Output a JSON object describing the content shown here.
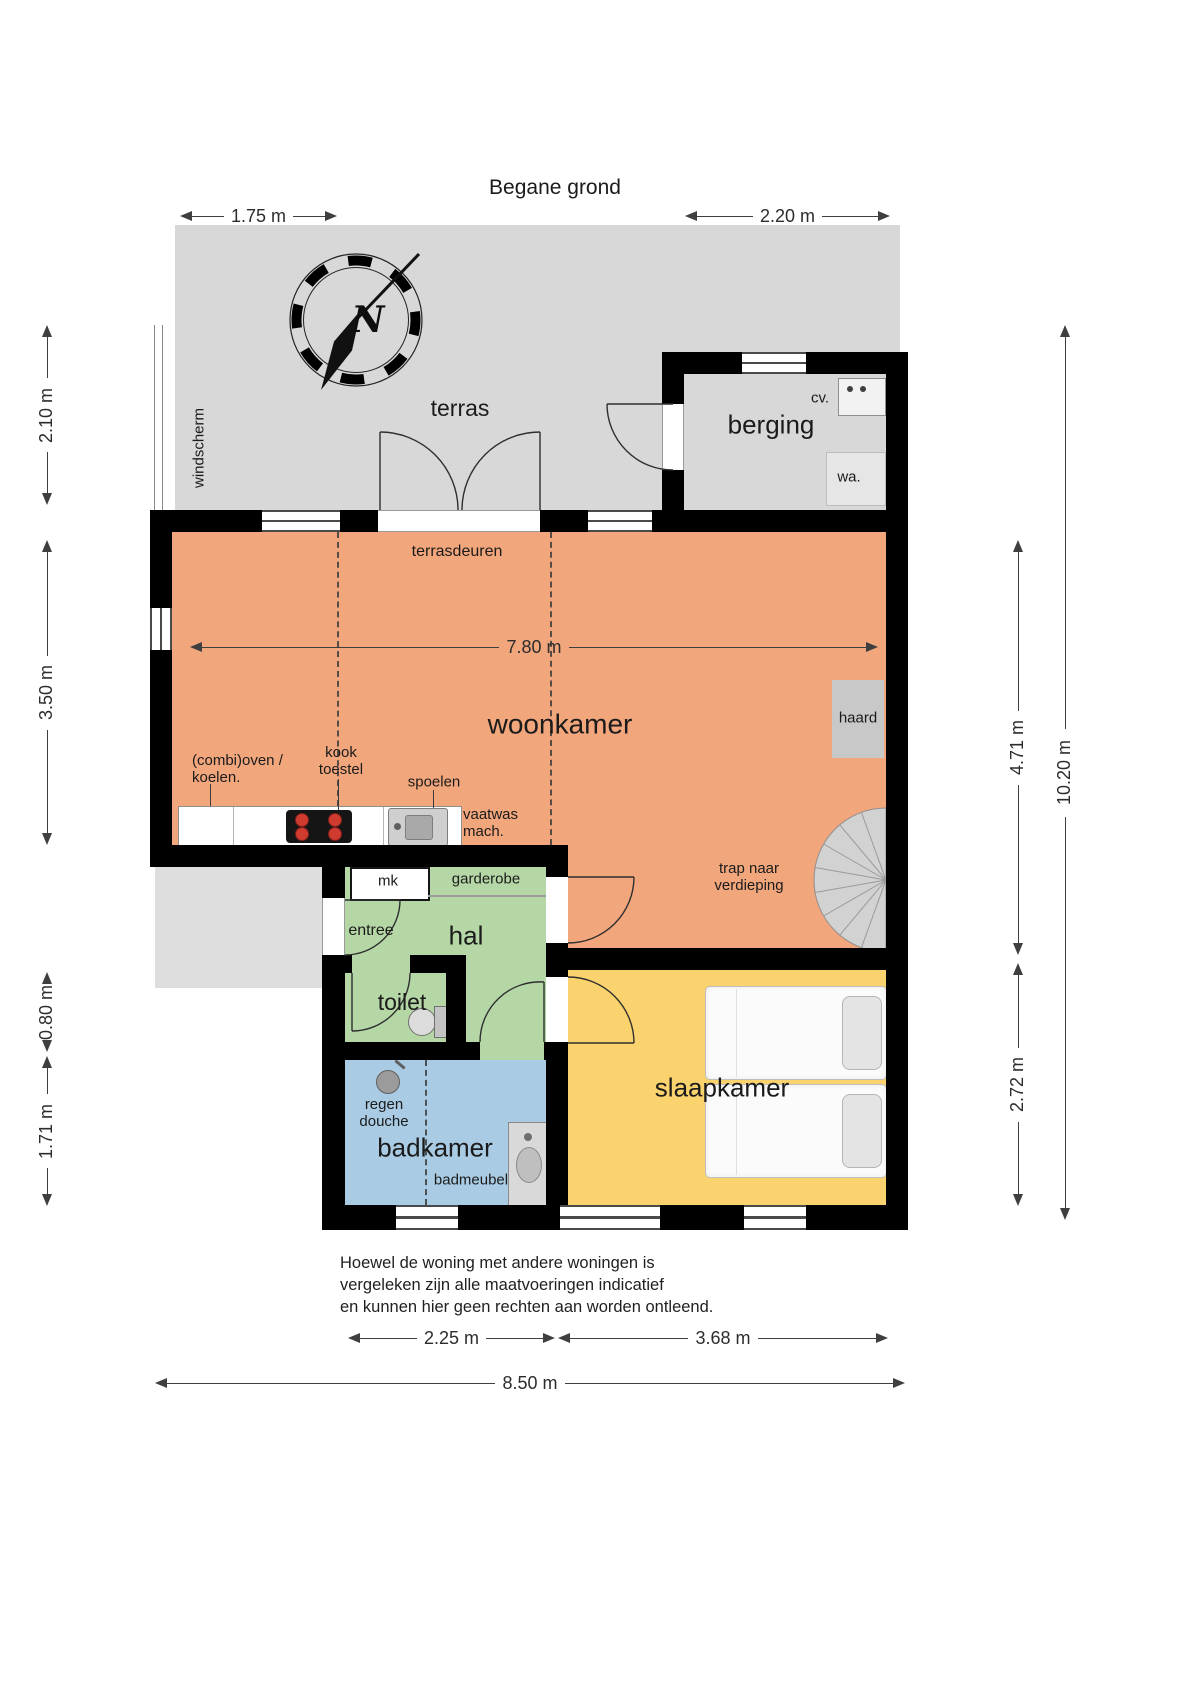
{
  "title": "Begane grond",
  "rooms": {
    "terras": "terras",
    "berging": "berging",
    "woonkamer": "woonkamer",
    "hal": "hal",
    "toilet": "toilet",
    "badkamer": "badkamer",
    "slaapkamer": "slaapkamer"
  },
  "labels": {
    "windscherm": "windscherm",
    "terrasdeuren": "terrasdeuren",
    "cv": "cv.",
    "wa": "wa.",
    "haard": "haard",
    "oven": "(combi)oven /\nkoelen.",
    "kooktoestel": "kook\ntoestel",
    "spoelen": "spoelen",
    "vaatwas": "vaatwas\nmach.",
    "mk": "mk",
    "garderobe": "garderobe",
    "entree": "entree",
    "trap": "trap naar\nverdieping",
    "regen_douche": "regen\ndouche",
    "badmeubel": "badmeubel",
    "compass_n": "N"
  },
  "dimensions": {
    "top_left": "1.75 m",
    "top_right": "2.20 m",
    "woonkamer_width": "7.80 m",
    "left_terras": "2.10 m",
    "left_woonkamer": "3.50 m",
    "left_toilet": "0.80 m",
    "left_badkamer": "1.71 m",
    "right_woonkamer": "4.71 m",
    "right_slaapkamer": "2.72 m",
    "right_total": "10.20 m",
    "bottom_badkamer": "2.25 m",
    "bottom_slaapkamer": "3.68 m",
    "bottom_total": "8.50 m"
  },
  "disclaimer": {
    "line1": "Hoewel de woning met andere woningen is",
    "line2": "vergeleken zijn alle maatvoeringen indicatief",
    "line3": "en kunnen hier geen rechten aan worden ontleend."
  },
  "colors": {
    "wall": "#000000",
    "terras": "#d8d8d8",
    "berging": "#d8d8d8",
    "woonkamer": "#f2a67c",
    "hal": "#b5d7a6",
    "toilet": "#b5d7a6",
    "badkamer": "#a9cbe4",
    "slaapkamer": "#fbd36e"
  }
}
